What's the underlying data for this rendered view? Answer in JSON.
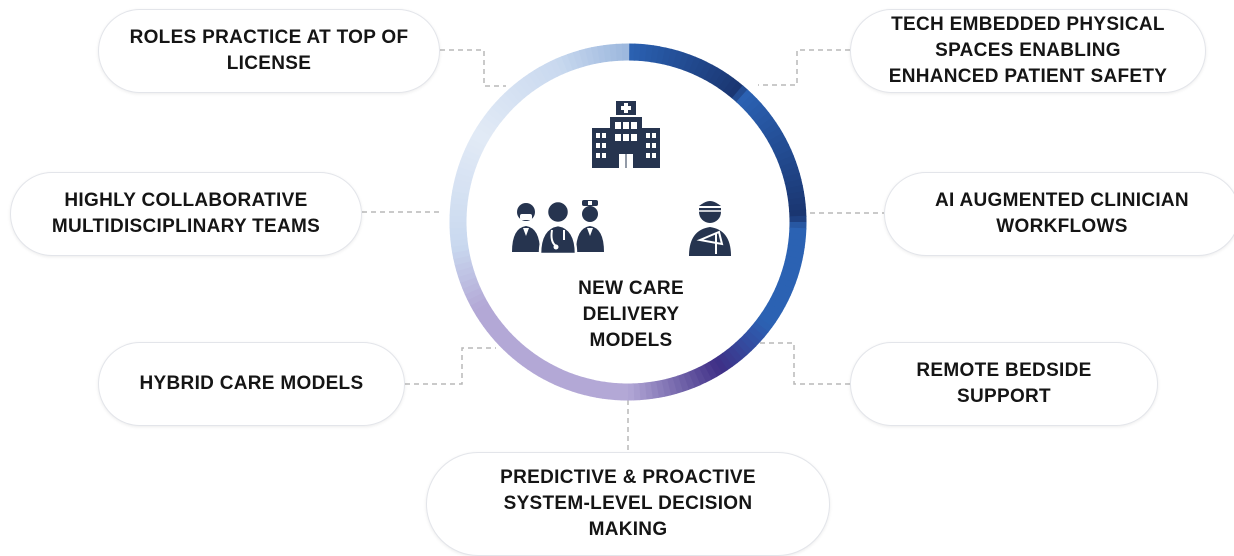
{
  "diagram": {
    "center": {
      "title": "NEW CARE\nDELIVERY\nMODELS",
      "icons": [
        "hospital-icon",
        "care-team-icon",
        "patient-icon"
      ]
    },
    "nodes": [
      {
        "id": "roles",
        "label": "ROLES PRACTICE AT TOP OF\nLICENSE"
      },
      {
        "id": "tech",
        "label": "TECH EMBEDDED PHYSICAL\nSPACES ENABLING\nENHANCED PATIENT SAFETY"
      },
      {
        "id": "teams",
        "label": "HIGHLY COLLABORATIVE\nMULTIDISCIPLINARY TEAMS"
      },
      {
        "id": "ai",
        "label": "AI AUGMENTED CLINICIAN\nWORKFLOWS"
      },
      {
        "id": "hybrid",
        "label": "HYBRID CARE MODELS"
      },
      {
        "id": "remote",
        "label": "REMOTE BEDSIDE\nSUPPORT"
      },
      {
        "id": "predictive",
        "label": "PREDICTIVE & PROACTIVE\nSYSTEM-LEVEL DECISION\nMAKING"
      }
    ],
    "colors": {
      "ring_dark": "#1a3570",
      "ring_blue": "#2b62b3",
      "ring_light": "#c9d9ef",
      "ring_lavender": "#b3a8d6",
      "ring_indigo": "#3f2f86",
      "icon": "#26344f",
      "connector": "#b8b8b8",
      "text": "#151515"
    }
  }
}
